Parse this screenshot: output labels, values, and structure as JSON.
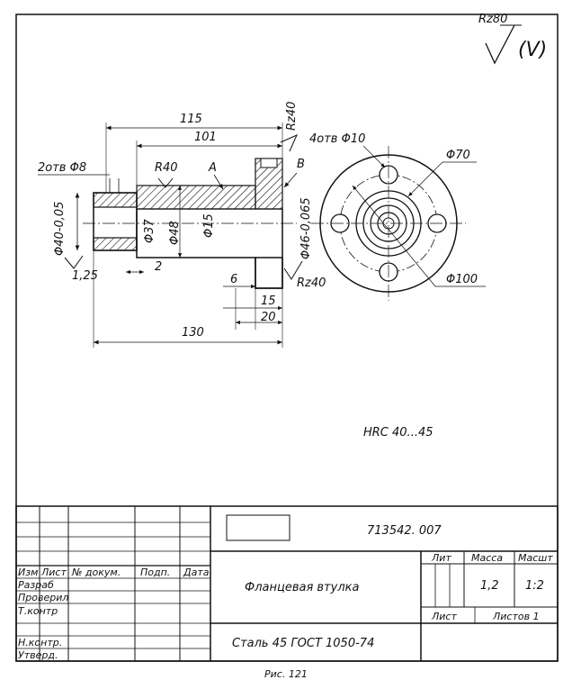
{
  "roughness": {
    "general": "Rz80",
    "general_suffix": "(V)",
    "face_right": "Rz40",
    "bore": "R40",
    "flange_bottom": "Rz40",
    "left_end": "1,25"
  },
  "dimensions": {
    "d115": "115",
    "d101": "101",
    "holes_left": "2отв Φ8",
    "holes_right": "4отв Φ10",
    "label_a": "A",
    "label_b": "B",
    "d40": "Φ40-0,05",
    "d37": "Φ37",
    "d48": "Φ48",
    "d15": "Φ15",
    "d46": "Φ46-0,065",
    "d2": "2",
    "d6": "6",
    "d15b": "15",
    "d20": "20",
    "d130": "130",
    "d70": "Φ70",
    "d100": "Φ100"
  },
  "hardness": "HRC 40...45",
  "title_block": {
    "drawing_number": "713542. 007",
    "headers": [
      "Изм",
      "Лист",
      "№ докум.",
      "Подп.",
      "Дата"
    ],
    "roles": [
      "Разраб",
      "Проверил",
      "Т.контр",
      "Н.контр.",
      "Утверд."
    ],
    "part_name": "Фланцевая втулка",
    "material": "Сталь 45 ГОСТ 1050-74",
    "lit_label": "Лит",
    "mass_label": "Масса",
    "scale_label": "Масшт",
    "mass": "1,2",
    "scale": "1:2",
    "sheet_label": "Лист",
    "sheets_label": "Листов 1"
  },
  "caption": "Рис. 121"
}
